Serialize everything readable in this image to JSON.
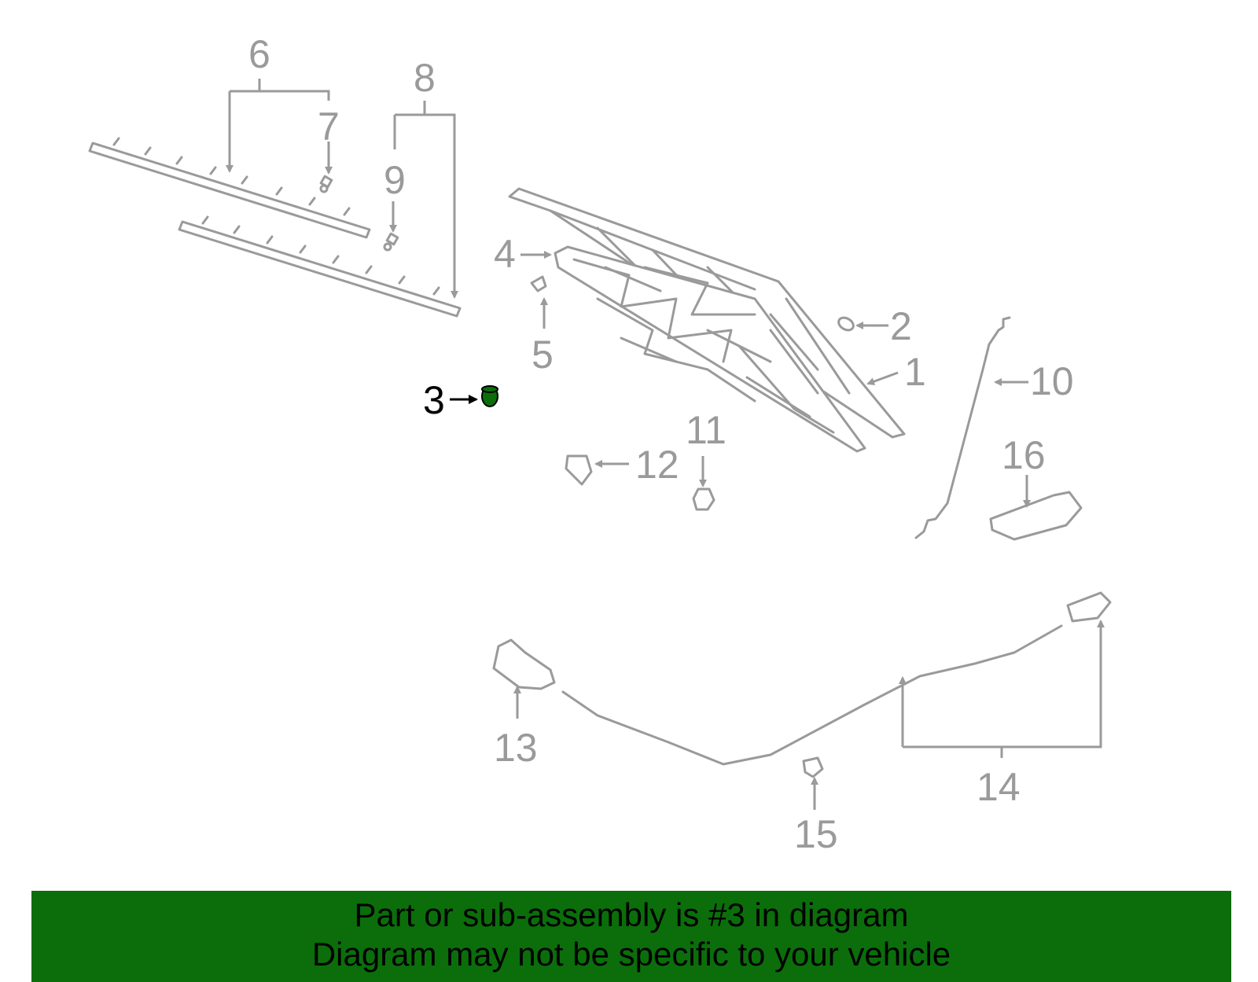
{
  "callouts": {
    "n1": "1",
    "n2": "2",
    "n3": "3",
    "n4": "4",
    "n5": "5",
    "n6": "6",
    "n7": "7",
    "n8": "8",
    "n9": "9",
    "n10": "10",
    "n11": "11",
    "n12": "12",
    "n13": "13",
    "n14": "14",
    "n15": "15",
    "n16": "16"
  },
  "highlighted_part": "3",
  "colors": {
    "highlight": "#0b6e0b",
    "parts": "#9a9a9a",
    "banner": "#0b6e0b"
  },
  "banner": {
    "line1": "Part or sub-assembly is #3 in diagram",
    "line2": "Diagram may not be specific to your vehicle"
  }
}
